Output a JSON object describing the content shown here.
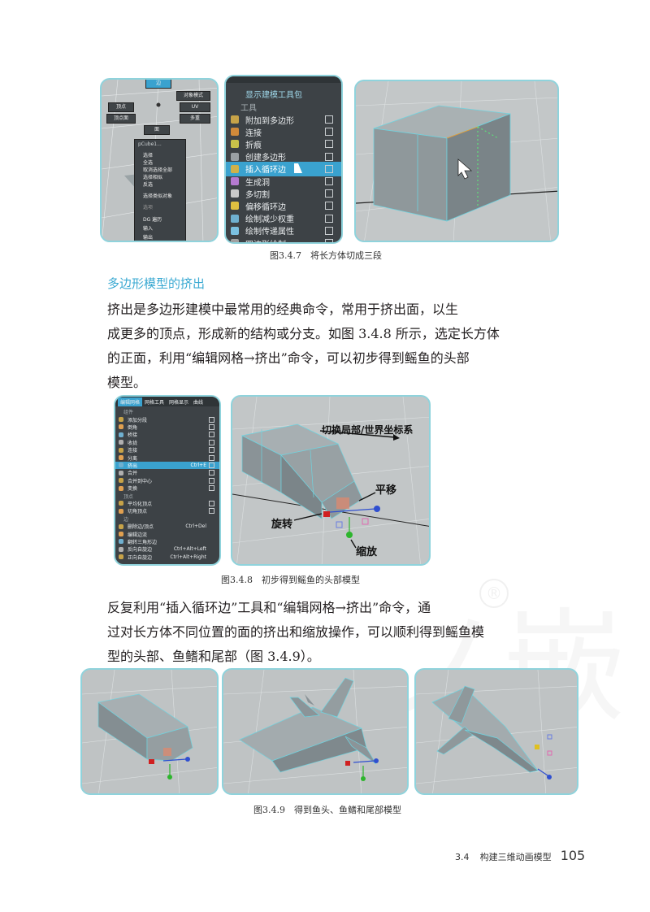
{
  "fig347": {
    "caption": "图3.4.7　将长方体切成三段",
    "marking_menu": {
      "top_button": "边",
      "buttons": [
        "对象模式",
        "顶点",
        "UV",
        "顶点面",
        "多重",
        "面"
      ],
      "context_title": "pCube1...",
      "items": [
        "选择",
        "全选",
        "取消选择全部",
        "选择相似",
        "反选",
        "选择类似对象",
        "选项",
        "DG 遍历",
        "输入",
        "输出"
      ]
    },
    "menu": {
      "header": "显示建模工具包",
      "section": "工具",
      "items": [
        "附加到多边形",
        "连接",
        "折痕",
        "创建多边形",
        "插入循环边",
        "生成洞",
        "多切割",
        "偏移循环边",
        "绘制减少权重",
        "绘制传递属性",
        "四边形绘制"
      ],
      "selected_index": 4
    }
  },
  "heading": "多边形模型的挤出",
  "paragraph1": [
    "挤出是多边形建模中最常用的经典命令，常用于挤出面，以生",
    "成更多的顶点，形成新的结构或分支。如图 3.4.8 所示，选定长方体",
    "的正面，利用“编辑网格→挤出”命令，可以初步得到鳐鱼的头部",
    "模型。"
  ],
  "fig348": {
    "caption": "图3.4.8　初步得到鳐鱼的头部模型",
    "menu": {
      "tabs": [
        "编辑网格",
        "网格工具",
        "网格显示",
        "曲线"
      ],
      "section1": "组件",
      "items1": [
        "添加分段",
        "倒角",
        "桥接",
        "收拢",
        "连接",
        "分离",
        "挤出",
        "合并",
        "合并到中心",
        "变换"
      ],
      "shortcut_extrude": "Ctrl+E",
      "section2": "顶点",
      "items2": [
        "平均化顶点",
        "切角顶点"
      ],
      "section3": "边",
      "items3": [
        "删除边/顶点",
        "编辑边流",
        "翻转三角形边",
        "反向自旋边",
        "正向自旋边"
      ],
      "shortcuts3": [
        "Ctrl+Del",
        "",
        "",
        "Ctrl+Alt+Left",
        "Ctrl+Alt+Right"
      ],
      "selected": "挤出"
    },
    "annotations": {
      "coord": "切换局部/世界坐标系",
      "move": "平移",
      "rotate": "旋转",
      "scale": "缩放"
    }
  },
  "paragraph2": [
    "反复利用“插入循环边”工具和“编辑网格→挤出”命令，通",
    "过对长方体不同位置的面的挤出和缩放操作，可以顺利得到鳐鱼模",
    "型的头部、鱼鳍和尾部（图 3.4.9）。"
  ],
  "fig349": {
    "caption": "图3.4.9　得到鱼头、鱼鳍和尾部模型"
  },
  "footer": {
    "section": "3.4",
    "title": "构建三维动画模型",
    "page": "105"
  },
  "colors": {
    "heading": "#3aa9d2",
    "frame": "#8fd3dc",
    "menu_bg": "#3d4246",
    "viewport": "#bfc3c4"
  }
}
